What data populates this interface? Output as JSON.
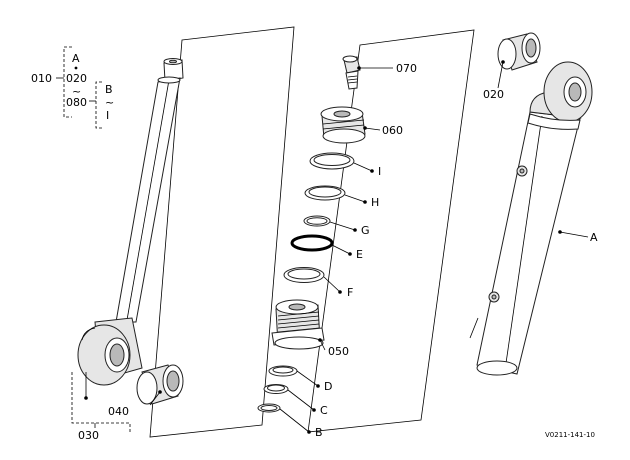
{
  "diagram": {
    "callouts": {
      "p010": "010",
      "p020_left": "020",
      "p080": "080",
      "tilde_left": "~",
      "grp_A": "A",
      "grp_B": "B",
      "tilde_right": "~",
      "grp_I": "I",
      "p020_right": "020",
      "A": "A",
      "p070": "070",
      "p060": "060",
      "I": "I",
      "H": "H",
      "G": "G",
      "E": "E",
      "F": "F",
      "p050": "050",
      "D": "D",
      "C": "C",
      "B": "B",
      "p040": "040",
      "p030": "030"
    },
    "reference_code": "V0211-141-10"
  }
}
